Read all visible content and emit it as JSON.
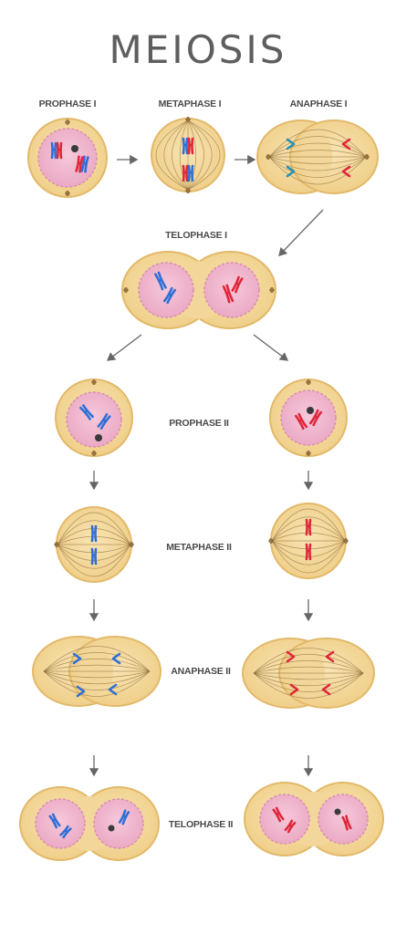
{
  "title": "MEIOSIS",
  "stages": {
    "prophase_1": "PROPHASE I",
    "metaphase_1": "METAPHASE I",
    "anaphase_1": "ANAPHASE I",
    "telophase_1": "TELOPHASE I",
    "prophase_2": "PROPHASE II",
    "metaphase_2": "METAPHASE II",
    "anaphase_2": "ANAPHASE II",
    "telophase_2": "TELOPHASE II"
  },
  "colors": {
    "cell_fill": "#f3d79a",
    "cell_stroke": "#e2b96a",
    "nucleus_fill": "#f2b8cf",
    "nucleus_stroke": "#d98fb0",
    "chromosome_blue": "#2f6fd6",
    "chromosome_red": "#e0263a",
    "chromosome_teal": "#2a8fb0",
    "arrow": "#666666",
    "fiber": "#8a6a3a"
  }
}
